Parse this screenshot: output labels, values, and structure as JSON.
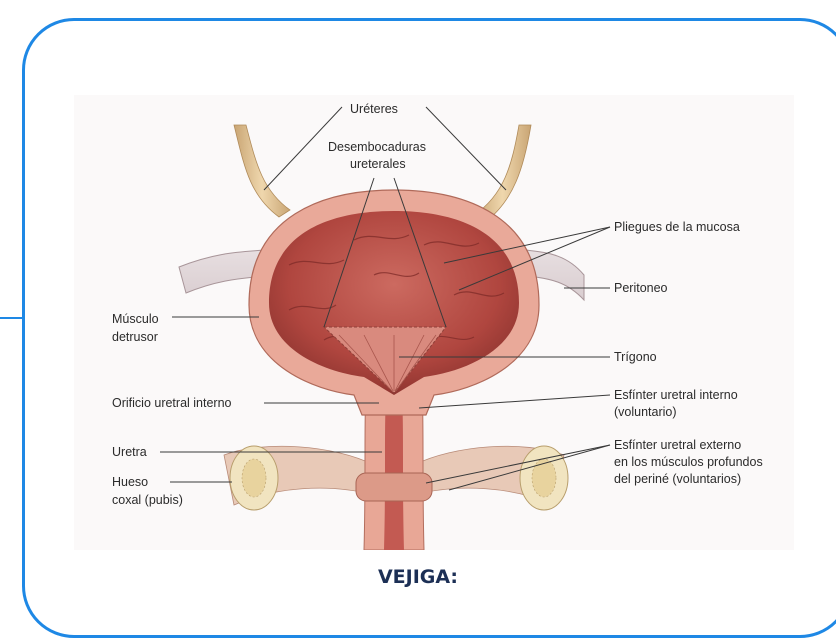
{
  "labels": {
    "ureteres": "Uréteres",
    "desembocaduras_1": "Desembocaduras",
    "desembocaduras_2": "ureterales",
    "pliegues": "Pliegues de la mucosa",
    "peritoneo": "Peritoneo",
    "musculo_1": "Músculo",
    "musculo_2": "detrusor",
    "trigono": "Trígono",
    "orificio": "Orificio uretral interno",
    "esfinter_int_1": "Esfínter uretral interno",
    "esfinter_int_2": "(voluntario)",
    "uretra": "Uretra",
    "esfinter_ext_1": "Esfínter uretral externo",
    "esfinter_ext_2": "en los músculos profundos",
    "esfinter_ext_3": "del periné (voluntarios)",
    "hueso_1": "Hueso",
    "hueso_2": "coxal (pubis)"
  },
  "caption": "VEJIGA:",
  "colors": {
    "frame": "#1e88e5",
    "caption": "#1c2f55",
    "muscle": "#e9a999",
    "mucosa": "#b8524c",
    "ureter": "#d9b98c",
    "peritoneum": "#eae2e4",
    "bone": "#f1e4c0"
  }
}
